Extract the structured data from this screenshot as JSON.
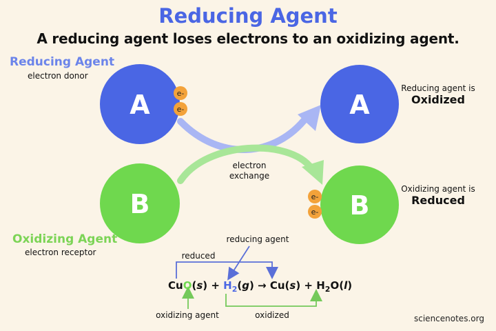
{
  "title": "Reducing Agent",
  "subtitle": "A reducing agent loses electrons to an oxidizing agent.",
  "colors": {
    "background": "#fbf4e7",
    "blue": "#4a66e4",
    "blue_text": "#6b84ea",
    "green": "#6fd84e",
    "green_text": "#7cd456",
    "electron": "#f3a23a",
    "arrow_blue": "#a9b6f4",
    "arrow_green": "#a8e698",
    "bracket_blue": "#5a6fd8",
    "bracket_green": "#74c95a"
  },
  "left": {
    "reducing_agent_label": "Reducing Agent",
    "reducing_agent_sub": "electron donor",
    "oxidizing_agent_label": "Oxidizing Agent",
    "oxidizing_agent_sub": "electron receptor",
    "circle_a": "A",
    "circle_b": "B"
  },
  "right": {
    "circle_a": "A",
    "circle_b": "B",
    "oxidized_line1": "Reducing agent is",
    "oxidized_line2": "Oxidized",
    "reduced_line1": "Oxidizing agent is",
    "reduced_line2": "Reduced"
  },
  "electron_label": "e-",
  "exchange_label_1": "electron",
  "exchange_label_2": "exchange",
  "equation": {
    "reducing_agent_label": "reducing agent",
    "reduced_label": "reduced",
    "oxidizing_agent_label": "oxidizing agent",
    "oxidized_label": "oxidized",
    "cu1": "Cu",
    "o1": "O",
    "s1": "s",
    "plus1": "+",
    "h": "H",
    "sub2a": "2",
    "g": "g",
    "arrow": "→",
    "cu2": "Cu",
    "s2": "s",
    "plus2": "+",
    "h2o_h": "H",
    "sub2b": "2",
    "h2o_o": "O",
    "l": "l"
  },
  "watermark": "sciencenotes.org"
}
